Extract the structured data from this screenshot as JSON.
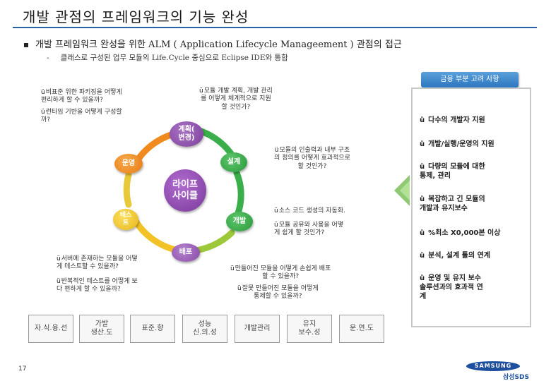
{
  "title": "개발 관점의 프레임워크의  기능 완성",
  "bullet_main": "개발 프레임워크 완성을 위한 ALM ( Application Lifecycle Manageement ) 관점의 접근",
  "bullet_dash": "-",
  "bullet_sub": "클래스로 구성된 업무 모듈의 Life.Cycle 중심으로 Eclipse IDE와 통합",
  "cycle": {
    "center": "라이프\n사이클",
    "nodes": {
      "plan": "계획(\n변경)",
      "design": "설계",
      "develop": "개발",
      "deploy": "배포",
      "test": "테스\n트",
      "operate": "운영"
    },
    "colors": {
      "orange": "#f08a1e",
      "green": "#3aae4a",
      "purple": "#8a4aa8",
      "yellow": "#f2c227",
      "lime": "#9cc83a"
    }
  },
  "notes": {
    "top_left_1": "비표준 위한 파키징을 어떻게\n편리하게 할 수 있을까?",
    "top_left_2": "런타임 기반을 어떻게 구성할\n까?",
    "top_center": "모듈 개발 계획, 개발 관리\n를 어떻게 체계적으로 지원\n할 것인가?",
    "right_1": "모듈의 인출력과 내부 구조\n의 정의를 어떻게 효과적으로\n할 것인가?",
    "right_2": "소스 코드 생성의 자동화.",
    "right_3": "모듈 공유와 사용을 어떻\n게 쉽게 할 것인가?",
    "bottom_left_1": "서버에 존재하는 모듈을 어떻\n게 테스트할 수 있을까?",
    "bottom_left_2": "반복적인 테스트를 어떻게 보\n다 편하게 할 수 있을까?",
    "bottom_center_1": "만들어진 모듈을 어떻게 손쉽게 배포\n할 수 있을까?",
    "bottom_center_2": "잘못 만들어진 모듈을 어떻게\n통제할 수 있을까?"
  },
  "finance_button": "금융 부분 고려 사항",
  "right_panel": [
    "다수의 개발자 지원",
    "개발/실행/운영의 지원",
    "다량의 모듈에 대한\n통제, 관리",
    "복잡하고 긴 모듈의\n개발과 유지보수",
    "%최소 X0,000본 이상",
    "분석, 설계 툴의 연계",
    "운영 및 유지 보수\n솔루션과의 효과적 연\n계"
  ],
  "bottom_boxes": [
    "자.식.융.선",
    "가발\n생산.도",
    "표준.향",
    "성능\n신.의.성",
    "개발관리",
    "유지\n보수.성",
    "운.연.도"
  ],
  "check_mark": "ü",
  "page_number": "17",
  "logo_text": "SAMSUNG",
  "logo_sub": "삼성SDS"
}
